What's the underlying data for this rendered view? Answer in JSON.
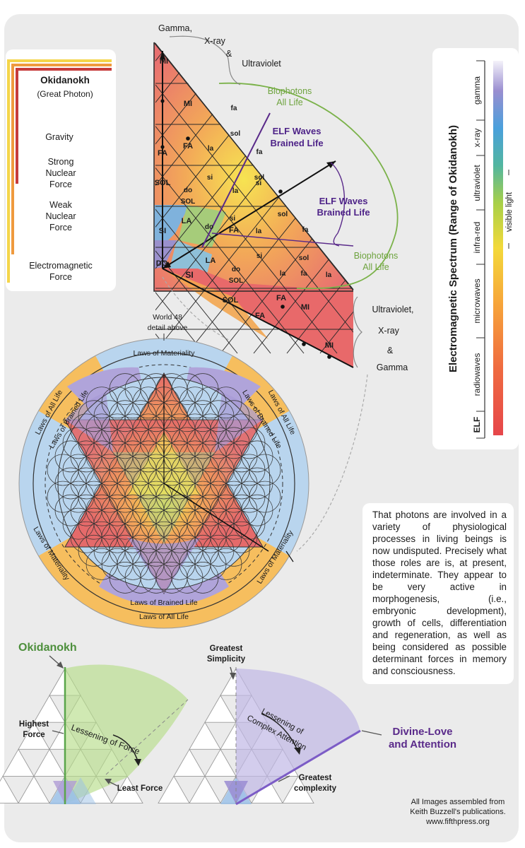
{
  "forces_panel": {
    "title": "Okidanokh",
    "subtitle": "(Great Photon)",
    "items": [
      "Gravity",
      "Strong",
      "Nuclear",
      "Force",
      "Weak",
      "Nuclear",
      "Force",
      "Electromagnetic",
      "Force"
    ]
  },
  "world48": {
    "top_label": [
      "Gamma,",
      "X-ray",
      "&",
      "Ultraviolet"
    ],
    "bottom_label": [
      "Ultraviolet,",
      "X-ray",
      "&",
      "Gamma"
    ],
    "biophotons": [
      "Biophotons",
      "All Life"
    ],
    "elf_waves": [
      "ELF Waves",
      "Brained Life"
    ],
    "notes": [
      "MI",
      "MI",
      "FA",
      "FA",
      "SOL",
      "do",
      "SOL",
      "LA",
      "SI",
      "DO",
      "SI",
      "LA",
      "SOL",
      "FA",
      "FA",
      "MI",
      "MI",
      "do",
      "SOL",
      "si",
      "la",
      "fa",
      "sol",
      "la",
      "fa",
      "sol",
      "si",
      "si",
      "la",
      "do",
      "FA",
      "sol",
      "fa",
      "la",
      "si",
      "sol",
      "la",
      "fa"
    ]
  },
  "circle": {
    "caption": [
      "World 48",
      "detail above"
    ],
    "laws": [
      "Laws of Materiality",
      "Laws of All Life",
      "Laws of Brained Life"
    ]
  },
  "spectrum_panel": {
    "title": "Electromagnetic Spectrum (Range of Okidanokh)",
    "bands": [
      "ELF",
      "radiowaves",
      "microwaves",
      "infra-red",
      "ultraviolet",
      "x-ray",
      "gamma"
    ],
    "visible": "visible light",
    "colors": [
      "#e6464a",
      "#f07a3a",
      "#f8c93a",
      "#d8de3a",
      "#6cc070",
      "#4aa8d8",
      "#8c7cc8",
      "#ffffff"
    ]
  },
  "note": "That photons are involved in a variety of physiological processes in living beings is now undisputed. Precisely what those roles are is, at present, indeterminate. They appear to be very active in morphogenesis, (i.e., embryonic development), growth of cells, differentiation and regeneration, as well as being considered as possible determinant forces in memory and consciousness.",
  "left_diagram": {
    "title": "Okidanokh",
    "highest": [
      "Highest",
      "Force"
    ],
    "lessening": "Lessening of Force",
    "least": "Least Force"
  },
  "right_diagram": {
    "greatest_simplicity": [
      "Greatest",
      "Simplicity"
    ],
    "lessening": [
      "Lessening of",
      "Complex Attention"
    ],
    "greatest_complexity": [
      "Greatest",
      "complexity"
    ],
    "divine": [
      "Divine-Love",
      "and Attention"
    ]
  },
  "credit": [
    "All Images assembled from",
    "Keith Buzzell's publications.",
    "www.fifthpress.org"
  ]
}
